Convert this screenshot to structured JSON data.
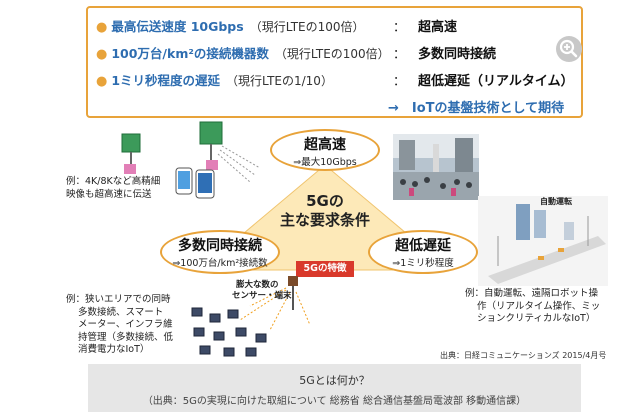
{
  "requirements": {
    "rows": [
      {
        "label": "最高伝送速度 10Gbps",
        "paren": "（現行LTEの100倍）",
        "colon": "：",
        "value": "超高速"
      },
      {
        "label": "100万台/km²の接続機器数",
        "paren": "（現行LTEの100倍）",
        "colon": "：",
        "value": "多数同時接続"
      },
      {
        "label": "1ミリ秒程度の遅延",
        "paren": "（現行LTEの1/10）",
        "colon": "：",
        "value": "超低遅延（リアルタイム）"
      }
    ],
    "bullet": "●",
    "conclusion": "→　IoTの基盤技術として期待"
  },
  "icons": {
    "zoom": "zoom-in-icon"
  },
  "diagram": {
    "center_title_line1": "5Gの",
    "center_title_line2": "主な要求条件",
    "top": {
      "title": "超高速",
      "sub": "⇒最大10Gbps"
    },
    "left": {
      "title": "多数同時接続",
      "sub": "⇒100万台/km²接続数"
    },
    "right": {
      "title": "超低遅延",
      "sub": "⇒1ミリ秒程度"
    },
    "badge": "5Gの特徴",
    "notes": {
      "upper_left": [
        "例：4K/8Kなど高精細",
        "映像も超高速に伝送"
      ],
      "lower_left": [
        "例：狭いエリアでの同時",
        "多数接続、スマート",
        "メーター、インフラ維",
        "持管理（多数接続、低",
        "消費電力なIoT）"
      ],
      "sensors": [
        "膨大な数の",
        "センサー・端末"
      ],
      "auto_driving": "自動運転",
      "lower_right": [
        "例：自動運転、遠隔ロボット操",
        "作（リアルタイム操作、ミッ",
        "ションクリティカルなIoT）"
      ]
    }
  },
  "source_small": "出典：日経コミュニケーションズ 2015/4月号",
  "footer": {
    "line1": "5Gとは何か？",
    "line2": "（出典：5Gの実現に向けた取組について 総務省 総合通信基盤局電波部 移動通信課）"
  },
  "colors": {
    "accent": "#e8a33a",
    "blue": "#2e6db0",
    "red": "#d9392b",
    "triangle": "#fde9b8"
  }
}
